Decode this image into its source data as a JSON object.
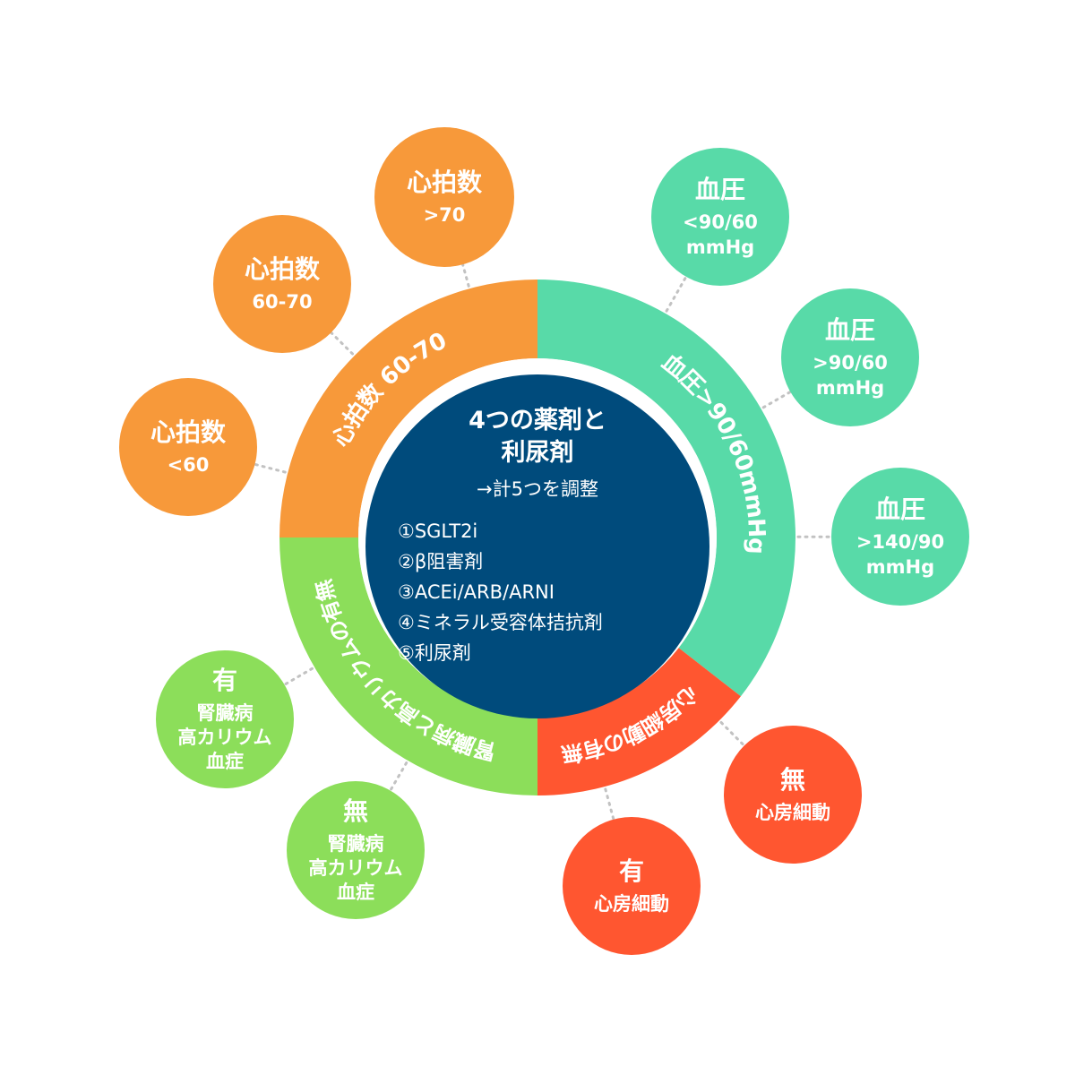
{
  "colors": {
    "orange": "#F7993A",
    "teal": "#58DAA8",
    "green": "#8CDE5A",
    "red": "#FF5630",
    "navy": "#004B7C",
    "connector": "#C2C2C2"
  },
  "center": {
    "title": "4つの薬剤と\n利尿剤",
    "note": "→計5つを調整",
    "items": [
      "①SGLT2i",
      "②β阻害剤",
      "③ACEi/ARB/ARNI",
      "④ミネラル受容体拮抗剤",
      "⑤利尿剤"
    ]
  },
  "ring": {
    "heart_rate": "心拍数 60-70",
    "blood_pressure": "血圧>90/60mmHg",
    "kidney": "腎臓病と高カリウムの有無",
    "afib": "心房細動の有無"
  },
  "bubbles": [
    {
      "id": "hr-over-70",
      "title": "心拍数",
      "sub": ">70",
      "color": "orange"
    },
    {
      "id": "hr-60-70",
      "title": "心拍数",
      "sub": "60-70",
      "color": "orange"
    },
    {
      "id": "hr-under-60",
      "title": "心拍数",
      "sub": "<60",
      "color": "orange"
    },
    {
      "id": "bp-under-90-60",
      "title": "血圧",
      "sub": "<90/60\nmmHg",
      "color": "teal"
    },
    {
      "id": "bp-over-90-60",
      "title": "血圧",
      "sub": ">90/60\nmmHg",
      "color": "teal"
    },
    {
      "id": "bp-over-140-90",
      "title": "血圧",
      "sub": ">140/90\nmmHg",
      "color": "teal"
    },
    {
      "id": "kidney-yes",
      "title": "有",
      "sub": "腎臓病\n高カリウム\n血症",
      "color": "green"
    },
    {
      "id": "kidney-no",
      "title": "無",
      "sub": "腎臓病\n高カリウム\n血症",
      "color": "green"
    },
    {
      "id": "afib-no",
      "title": "無",
      "sub": "心房細動",
      "color": "red"
    },
    {
      "id": "afib-yes",
      "title": "有",
      "sub": "心房細動",
      "color": "red"
    }
  ]
}
